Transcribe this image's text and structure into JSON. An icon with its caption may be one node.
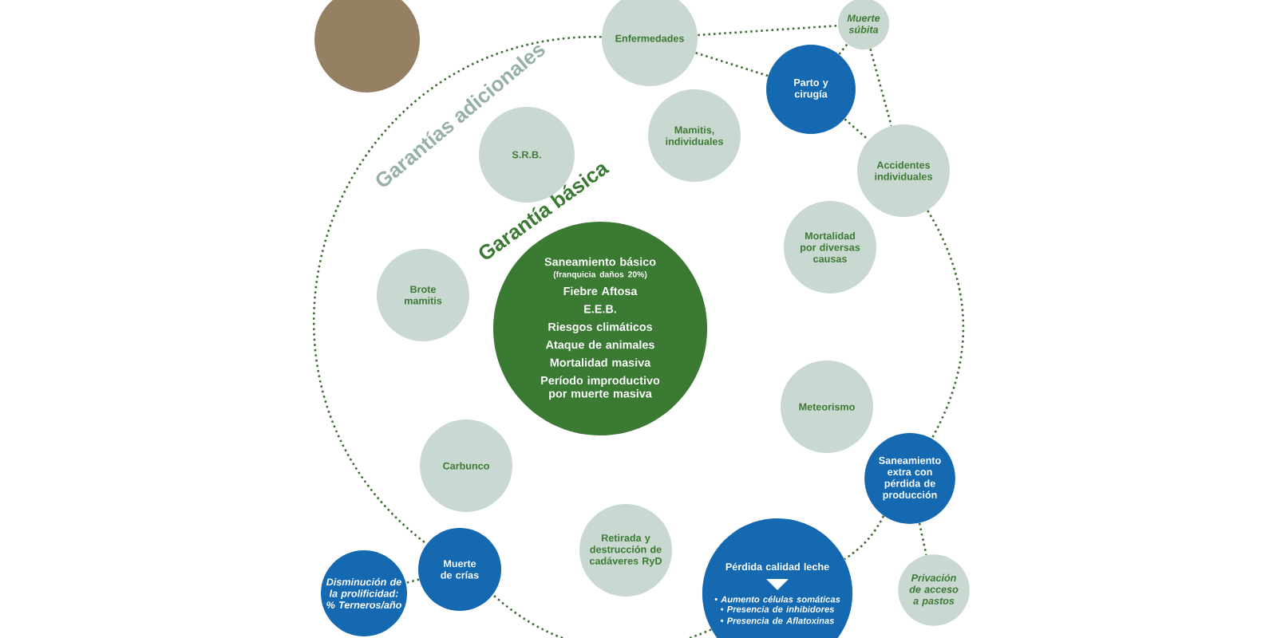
{
  "diagram": {
    "nodes": [
      {
        "text": [
          "Garantía básica",
          "Saneamiento básico",
          "(franquicia daños 20%)",
          "Fiebre Aftosa",
          "E.E.B.",
          "Riesgos climáticos",
          "Ataque de animales",
          "Mortalidad masiva",
          "Período improductivo por muerte masiva"
        ]
      },
      {
        "text": [
          "Enfermedades"
        ]
      },
      {
        "text": [
          "Muerte súbita"
        ]
      },
      {
        "text": [
          "Parto y cirugía"
        ]
      },
      {
        "text": [
          "S.R.B."
        ]
      },
      {
        "text": [
          "Mamitis, individuales"
        ]
      },
      {
        "text": [
          "Accidentes individuales"
        ]
      },
      {
        "text": [
          "Brote mamitis"
        ]
      },
      {
        "text": [
          "Mortalidad por diversas causas"
        ]
      },
      {
        "text": [
          "Meteorismo"
        ]
      },
      {
        "text": [
          "Carbunco"
        ]
      },
      {
        "text": [
          "Saneamiento extra con pérdida de producción"
        ]
      },
      {
        "text": [
          "Muerte de crías"
        ]
      },
      {
        "text": [
          "Retirada y destrucción de cadáveres RyD"
        ]
      },
      {
        "text": [
          "Pérdida calidad leche",
          "• Aumento células somáticas",
          "• Presencia de inhibidores",
          "• Presencia de Aflatoxinas"
        ]
      },
      {
        "text": [
          "Disminución de la prolificidad: % Terneros/año"
        ]
      },
      {
        "text": [
          "Privación de acceso a pastos"
        ]
      }
    ],
    "edges": [
      {
        "from": 1,
        "to": 2,
        "arrow": "none",
        "style": "dashed"
      },
      {
        "from": 1,
        "to": 3,
        "arrow": "none",
        "style": "dashed"
      },
      {
        "from": 3,
        "to": 2,
        "arrow": "none",
        "style": "dashed"
      },
      {
        "from": 3,
        "to": 6,
        "arrow": "none",
        "style": "dashed"
      },
      {
        "from": 2,
        "to": 6,
        "arrow": "none",
        "style": "dashed"
      },
      {
        "from": 6,
        "to": 11,
        "arrow": "none",
        "style": "dashed"
      },
      {
        "from": 11,
        "to": 16,
        "arrow": "none",
        "style": "dashed"
      },
      {
        "from": 11,
        "to": 14,
        "arrow": "none",
        "style": "dashed"
      },
      {
        "from": 14,
        "to": 12,
        "arrow": "none",
        "style": "dashed"
      },
      {
        "from": 12,
        "to": 15,
        "arrow": "none",
        "style": "dashed"
      },
      {
        "from": 1,
        "to": 12,
        "arrow": "none",
        "style": "dashed"
      }
    ],
    "labels": [
      "Garantías adicionales"
    ]
  }
}
